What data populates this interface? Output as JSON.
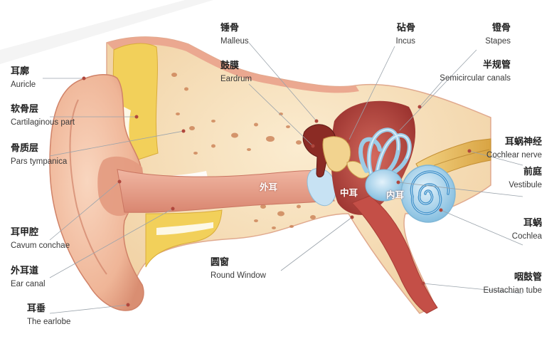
{
  "labels": {
    "auricle": {
      "zh": "耳廓",
      "en": "Auricle"
    },
    "cartilaginous": {
      "zh": "软骨层",
      "en": "Cartilaginous part"
    },
    "pars_tympanica": {
      "zh": "骨质层",
      "en": "Pars tympanica"
    },
    "cavum_conchae": {
      "zh": "耳甲腔",
      "en": "Cavum conchae"
    },
    "ear_canal": {
      "zh": "外耳道",
      "en": "Ear canal"
    },
    "earlobe": {
      "zh": "耳垂",
      "en": "The earlobe"
    },
    "malleus": {
      "zh": "锤骨",
      "en": "Malleus"
    },
    "eardrum": {
      "zh": "鼓膜",
      "en": "Eardrum"
    },
    "incus": {
      "zh": "砧骨",
      "en": "Incus"
    },
    "stapes": {
      "zh": "镫骨",
      "en": "Stapes"
    },
    "semicircular": {
      "zh": "半规管",
      "en": "Semicircular canals"
    },
    "cochlear_nerve": {
      "zh": "耳蜗神经",
      "en": "Cochlear nerve"
    },
    "vestibule": {
      "zh": "前庭",
      "en": "Vestibule"
    },
    "cochlea": {
      "zh": "耳蜗",
      "en": "Cochlea"
    },
    "round_window": {
      "zh": "圆窗",
      "en": "Round Window"
    },
    "eustachian": {
      "zh": "咽鼓管",
      "en": "Eustachian tube"
    }
  },
  "regions": {
    "outer_ear": "外耳",
    "middle_ear": "中耳",
    "inner_ear": "内耳"
  },
  "colors": {
    "skin": "#f3c3a4",
    "skin_dark": "#d88d74",
    "bone": "#f6e2b6",
    "cartilage": "#f3d663",
    "canal": "#e9a08e",
    "middle_cavity": "#c14e45",
    "inner_blue": "#a8d2ea",
    "nerve": "#e8bc5e",
    "leader_line": "#9aa3ab"
  }
}
